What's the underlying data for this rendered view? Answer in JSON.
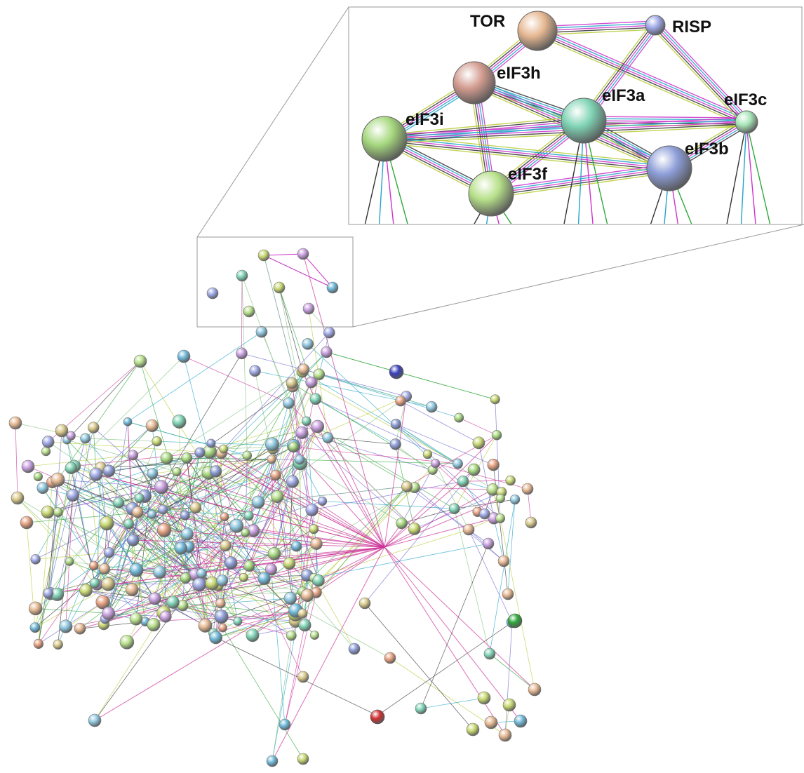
{
  "diagram": {
    "type": "protein-interaction-network",
    "inset": {
      "nodes": [
        {
          "id": "TOR",
          "label": "TOR",
          "color": "#e6b892"
        },
        {
          "id": "RISP",
          "label": "RISP",
          "color": "#9fa9e6"
        },
        {
          "id": "eIF3h",
          "label": "eIF3h",
          "color": "#d39c90"
        },
        {
          "id": "eIF3a",
          "label": "eIF3a",
          "color": "#7fd3b5"
        },
        {
          "id": "eIF3c",
          "label": "eIF3c",
          "color": "#a8e6b8"
        },
        {
          "id": "eIF3i",
          "label": "eIF3i",
          "color": "#a6d87e"
        },
        {
          "id": "eIF3f",
          "label": "eIF3f",
          "color": "#b7e08a"
        },
        {
          "id": "eIF3b",
          "label": "eIF3b",
          "color": "#8d9ed8"
        }
      ],
      "edges": [
        [
          "TOR",
          "RISP",
          "#cc33cc"
        ],
        [
          "TOR",
          "eIF3c",
          "#cc33cc"
        ],
        [
          "TOR",
          "eIF3h",
          "#cc33cc"
        ],
        [
          "RISP",
          "eIF3c",
          "#cc33cc"
        ],
        [
          "RISP",
          "eIF3a",
          "#cc33cc"
        ],
        [
          "eIF3h",
          "eIF3a",
          "#333333"
        ],
        [
          "eIF3h",
          "eIF3i",
          "#22a4c8"
        ],
        [
          "eIF3h",
          "eIF3f",
          "#cc33cc"
        ],
        [
          "eIF3h",
          "eIF3b",
          "#22a4c8"
        ],
        [
          "eIF3a",
          "eIF3c",
          "#cc33cc"
        ],
        [
          "eIF3a",
          "eIF3b",
          "#333333"
        ],
        [
          "eIF3a",
          "eIF3i",
          "#22a4c8"
        ],
        [
          "eIF3a",
          "eIF3f",
          "#cc33cc"
        ],
        [
          "eIF3i",
          "eIF3f",
          "#333333"
        ],
        [
          "eIF3i",
          "eIF3b",
          "#b8cc33"
        ],
        [
          "eIF3f",
          "eIF3b",
          "#cc33cc"
        ],
        [
          "eIF3c",
          "eIF3b",
          "#333333"
        ],
        [
          "eIF3i",
          "eIF3c",
          "#cc33cc"
        ]
      ]
    },
    "overview": {
      "cluster_top_labels": [
        "TOR",
        "RISP",
        "eIF3h",
        "eIF3i",
        "eIF3a",
        "eIF3c",
        "eIF3f",
        "eIF3b"
      ],
      "node_colors": [
        "#a6d87e",
        "#8d9ed8",
        "#7fd3b5",
        "#e6b892",
        "#b7e08a",
        "#9fa9e6",
        "#d9c98a",
        "#8fc8e0",
        "#c9a0e0",
        "#e6a080",
        "#6fb8d8",
        "#c8d870"
      ],
      "edge_colors": [
        "#2fa83a",
        "#cc3399",
        "#22a4c8",
        "#333333",
        "#b8cc33",
        "#6b66d0",
        "#80c080"
      ],
      "isolated_node_colors": [
        "#d03030",
        "#3a40b8",
        "#2fa83a"
      ]
    }
  }
}
